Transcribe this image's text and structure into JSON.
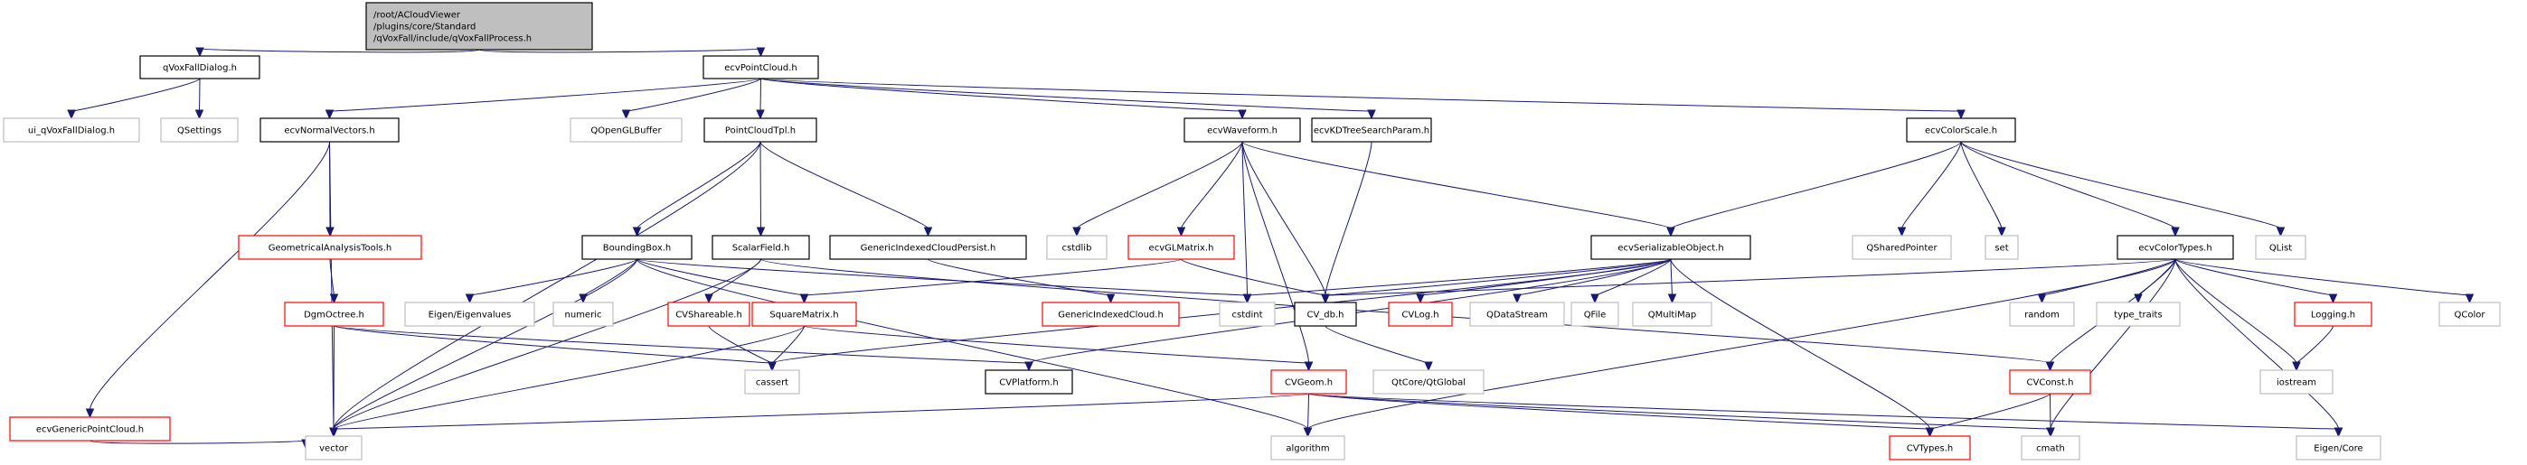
{
  "title": "Include dependency graph for qVoxFallProcess.h",
  "colors": {
    "edge": "#191970",
    "root_fill": "#bfbfbf",
    "local_border": "#000000",
    "system_border": "#bfbfbf",
    "truncated_border": "#ff0000"
  },
  "nodes": [
    {
      "id": "root",
      "kind": "root",
      "lines": [
        "/root/ACloudViewer",
        "/plugins/core/Standard",
        "/qVoxFall/include/qVoxFallProcess.h"
      ]
    },
    {
      "id": "qVoxFallDialog",
      "kind": "local",
      "lines": [
        "qVoxFallDialog.h"
      ]
    },
    {
      "id": "ecvPointCloud",
      "kind": "local",
      "lines": [
        "ecvPointCloud.h"
      ]
    },
    {
      "id": "ui_qVoxFallDialog",
      "kind": "system",
      "lines": [
        "ui_qVoxFallDialog.h"
      ]
    },
    {
      "id": "QSettings",
      "kind": "system",
      "lines": [
        "QSettings"
      ]
    },
    {
      "id": "ecvNormalVectors",
      "kind": "local",
      "lines": [
        "ecvNormalVectors.h"
      ]
    },
    {
      "id": "QOpenGLBuffer",
      "kind": "system",
      "lines": [
        "QOpenGLBuffer"
      ]
    },
    {
      "id": "PointCloudTpl",
      "kind": "local",
      "lines": [
        "PointCloudTpl.h"
      ]
    },
    {
      "id": "ecvWaveform",
      "kind": "local",
      "lines": [
        "ecvWaveform.h"
      ]
    },
    {
      "id": "ecvKDTreeSearchParam",
      "kind": "local",
      "lines": [
        "ecvKDTreeSearchParam.h"
      ]
    },
    {
      "id": "ecvColorScale",
      "kind": "local",
      "lines": [
        "ecvColorScale.h"
      ]
    },
    {
      "id": "GeometricalAnalysisTools",
      "kind": "truncated",
      "lines": [
        "GeometricalAnalysisTools.h"
      ]
    },
    {
      "id": "BoundingBox",
      "kind": "local",
      "lines": [
        "BoundingBox.h"
      ]
    },
    {
      "id": "ScalarField",
      "kind": "local",
      "lines": [
        "ScalarField.h"
      ]
    },
    {
      "id": "GenericIndexedCloudPersist",
      "kind": "local",
      "lines": [
        "GenericIndexedCloudPersist.h"
      ]
    },
    {
      "id": "cstdlib",
      "kind": "system",
      "lines": [
        "cstdlib"
      ]
    },
    {
      "id": "ecvGLMatrix",
      "kind": "truncated",
      "lines": [
        "ecvGLMatrix.h"
      ]
    },
    {
      "id": "ecvSerializableObject",
      "kind": "local",
      "lines": [
        "ecvSerializableObject.h"
      ]
    },
    {
      "id": "QSharedPointer",
      "kind": "system",
      "lines": [
        "QSharedPointer"
      ]
    },
    {
      "id": "set",
      "kind": "system",
      "lines": [
        "set"
      ]
    },
    {
      "id": "ecvColorTypes",
      "kind": "local",
      "lines": [
        "ecvColorTypes.h"
      ]
    },
    {
      "id": "QList",
      "kind": "system",
      "lines": [
        "QList"
      ]
    },
    {
      "id": "DgmOctree",
      "kind": "truncated",
      "lines": [
        "DgmOctree.h"
      ]
    },
    {
      "id": "EigenEigenvalues",
      "kind": "system",
      "lines": [
        "Eigen/Eigenvalues"
      ]
    },
    {
      "id": "numeric",
      "kind": "system",
      "lines": [
        "numeric"
      ]
    },
    {
      "id": "CVShareable",
      "kind": "truncated",
      "lines": [
        "CVShareable.h"
      ]
    },
    {
      "id": "SquareMatrix",
      "kind": "truncated",
      "lines": [
        "SquareMatrix.h"
      ]
    },
    {
      "id": "GenericIndexedCloud",
      "kind": "truncated",
      "lines": [
        "GenericIndexedCloud.h"
      ]
    },
    {
      "id": "cstdint",
      "kind": "system",
      "lines": [
        "cstdint"
      ]
    },
    {
      "id": "CV_db",
      "kind": "local",
      "lines": [
        "CV_db.h"
      ]
    },
    {
      "id": "CVLog",
      "kind": "truncated",
      "lines": [
        "CVLog.h"
      ]
    },
    {
      "id": "QDataStream",
      "kind": "system",
      "lines": [
        "QDataStream"
      ]
    },
    {
      "id": "QFile",
      "kind": "system",
      "lines": [
        "QFile"
      ]
    },
    {
      "id": "QMultiMap",
      "kind": "system",
      "lines": [
        "QMultiMap"
      ]
    },
    {
      "id": "random",
      "kind": "system",
      "lines": [
        "random"
      ]
    },
    {
      "id": "type_traits",
      "kind": "system",
      "lines": [
        "type_traits"
      ]
    },
    {
      "id": "Logging",
      "kind": "truncated",
      "lines": [
        "Logging.h"
      ]
    },
    {
      "id": "QColor",
      "kind": "system",
      "lines": [
        "QColor"
      ]
    },
    {
      "id": "ecvGenericPointCloud",
      "kind": "truncated",
      "lines": [
        "ecvGenericPointCloud.h"
      ]
    },
    {
      "id": "cassert",
      "kind": "system",
      "lines": [
        "cassert"
      ]
    },
    {
      "id": "CVPlatform",
      "kind": "local",
      "lines": [
        "CVPlatform.h"
      ]
    },
    {
      "id": "CVGeom",
      "kind": "truncated",
      "lines": [
        "CVGeom.h"
      ]
    },
    {
      "id": "QtGlobal",
      "kind": "system",
      "lines": [
        "QtCore/QtGlobal"
      ]
    },
    {
      "id": "CVConst",
      "kind": "truncated",
      "lines": [
        "CVConst.h"
      ]
    },
    {
      "id": "iostream",
      "kind": "system",
      "lines": [
        "iostream"
      ]
    },
    {
      "id": "vector",
      "kind": "system",
      "lines": [
        "vector"
      ]
    },
    {
      "id": "algorithm",
      "kind": "system",
      "lines": [
        "algorithm"
      ]
    },
    {
      "id": "CVTypes",
      "kind": "truncated",
      "lines": [
        "CVTypes.h"
      ]
    },
    {
      "id": "cmath",
      "kind": "system",
      "lines": [
        "cmath"
      ]
    },
    {
      "id": "EigenCore",
      "kind": "system",
      "lines": [
        "Eigen/Core"
      ]
    }
  ],
  "edges": [
    [
      "root",
      "qVoxFallDialog"
    ],
    [
      "root",
      "ecvPointCloud"
    ],
    [
      "qVoxFallDialog",
      "ui_qVoxFallDialog"
    ],
    [
      "qVoxFallDialog",
      "QSettings"
    ],
    [
      "ecvPointCloud",
      "ecvNormalVectors"
    ],
    [
      "ecvPointCloud",
      "QOpenGLBuffer"
    ],
    [
      "ecvPointCloud",
      "PointCloudTpl"
    ],
    [
      "ecvPointCloud",
      "ecvWaveform"
    ],
    [
      "ecvPointCloud",
      "ecvKDTreeSearchParam"
    ],
    [
      "ecvPointCloud",
      "ecvColorScale"
    ],
    [
      "ecvNormalVectors",
      "GeometricalAnalysisTools"
    ],
    [
      "ecvNormalVectors",
      "ecvGenericPointCloud"
    ],
    [
      "ecvNormalVectors",
      "vector"
    ],
    [
      "GeometricalAnalysisTools",
      "DgmOctree"
    ],
    [
      "DgmOctree",
      "vector"
    ],
    [
      "DgmOctree",
      "cassert"
    ],
    [
      "DgmOctree",
      "CVPlatform"
    ],
    [
      "ecvGenericPointCloud",
      "vector"
    ],
    [
      "PointCloudTpl",
      "BoundingBox"
    ],
    [
      "PointCloudTpl",
      "ScalarField"
    ],
    [
      "PointCloudTpl",
      "GenericIndexedCloudPersist"
    ],
    [
      "PointCloudTpl",
      "vector"
    ],
    [
      "BoundingBox",
      "EigenEigenvalues"
    ],
    [
      "BoundingBox",
      "numeric"
    ],
    [
      "BoundingBox",
      "SquareMatrix"
    ],
    [
      "BoundingBox",
      "cstdint"
    ],
    [
      "BoundingBox",
      "algorithm"
    ],
    [
      "BoundingBox",
      "vector"
    ],
    [
      "ScalarField",
      "CVShareable"
    ],
    [
      "ScalarField",
      "vector"
    ],
    [
      "ScalarField",
      "CVConst"
    ],
    [
      "GenericIndexedCloudPersist",
      "GenericIndexedCloud"
    ],
    [
      "CVShareable",
      "cassert"
    ],
    [
      "SquareMatrix",
      "cassert"
    ],
    [
      "SquareMatrix",
      "vector"
    ],
    [
      "SquareMatrix",
      "CVGeom"
    ],
    [
      "ecvWaveform",
      "cstdlib"
    ],
    [
      "ecvWaveform",
      "ecvGLMatrix"
    ],
    [
      "ecvWaveform",
      "cstdint"
    ],
    [
      "ecvWaveform",
      "CV_db"
    ],
    [
      "ecvWaveform",
      "CVGeom"
    ],
    [
      "ecvWaveform",
      "ecvSerializableObject"
    ],
    [
      "ecvGLMatrix",
      "SquareMatrix"
    ],
    [
      "ecvGLMatrix",
      "CV_db"
    ],
    [
      "ecvKDTreeSearchParam",
      "CV_db"
    ],
    [
      "CV_db",
      "QtGlobal"
    ],
    [
      "ecvSerializableObject",
      "CV_db"
    ],
    [
      "ecvSerializableObject",
      "cstdint"
    ],
    [
      "ecvSerializableObject",
      "CVLog"
    ],
    [
      "ecvSerializableObject",
      "QDataStream"
    ],
    [
      "ecvSerializableObject",
      "QFile"
    ],
    [
      "ecvSerializableObject",
      "QMultiMap"
    ],
    [
      "ecvSerializableObject",
      "cassert"
    ],
    [
      "ecvSerializableObject",
      "CVPlatform"
    ],
    [
      "ecvSerializableObject",
      "CVTypes"
    ],
    [
      "ecvColorScale",
      "ecvSerializableObject"
    ],
    [
      "ecvColorScale",
      "QSharedPointer"
    ],
    [
      "ecvColorScale",
      "set"
    ],
    [
      "ecvColorScale",
      "ecvColorTypes"
    ],
    [
      "ecvColorScale",
      "QList"
    ],
    [
      "ecvColorTypes",
      "CV_db"
    ],
    [
      "ecvColorTypes",
      "random"
    ],
    [
      "ecvColorTypes",
      "type_traits"
    ],
    [
      "ecvColorTypes",
      "Logging"
    ],
    [
      "ecvColorTypes",
      "QColor"
    ],
    [
      "ecvColorTypes",
      "CVConst"
    ],
    [
      "ecvColorTypes",
      "iostream"
    ],
    [
      "ecvColorTypes",
      "algorithm"
    ],
    [
      "ecvColorTypes",
      "cmath"
    ],
    [
      "ecvColorTypes",
      "EigenCore"
    ],
    [
      "Logging",
      "iostream"
    ],
    [
      "CVGeom",
      "vector"
    ],
    [
      "CVGeom",
      "algorithm"
    ],
    [
      "CVGeom",
      "CVTypes"
    ],
    [
      "CVGeom",
      "cmath"
    ],
    [
      "CVGeom",
      "EigenCore"
    ],
    [
      "CVConst",
      "CVTypes"
    ],
    [
      "CVConst",
      "cmath"
    ]
  ]
}
